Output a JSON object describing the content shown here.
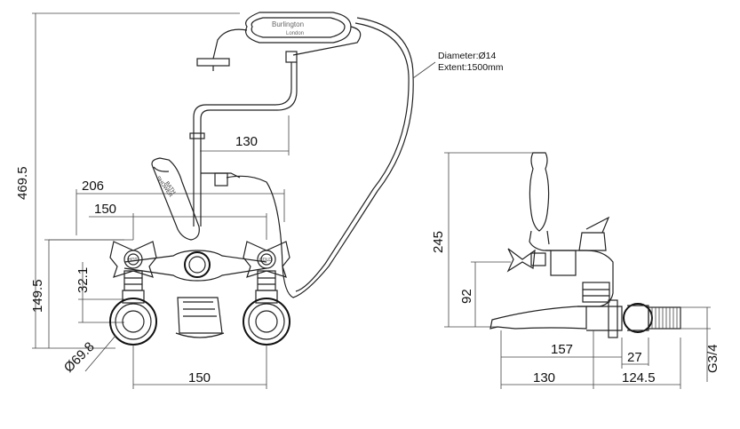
{
  "brand": {
    "name": "Burlington",
    "location": "London"
  },
  "handle_text": {
    "line1": "SHOWER",
    "line2": "BATH"
  },
  "hot_label": "HOT",
  "cold_label": "COLD",
  "hose_note": {
    "diameter": "Diameter:Ø14",
    "extent": "Extent:1500mm"
  },
  "front_view": {
    "total_height": "469.5",
    "width_206": "206",
    "width_150_top": "150",
    "height_149_5": "149.5",
    "height_32_1": "32.1",
    "hose_offset": "130",
    "flange_diameter": "Ø69.8",
    "centres_bottom": "150"
  },
  "side_view": {
    "height_245": "245",
    "height_92": "92",
    "depth_157": "157",
    "depth_27": "27",
    "depth_130": "130",
    "depth_124_5": "124.5",
    "thread": "G3/4"
  }
}
